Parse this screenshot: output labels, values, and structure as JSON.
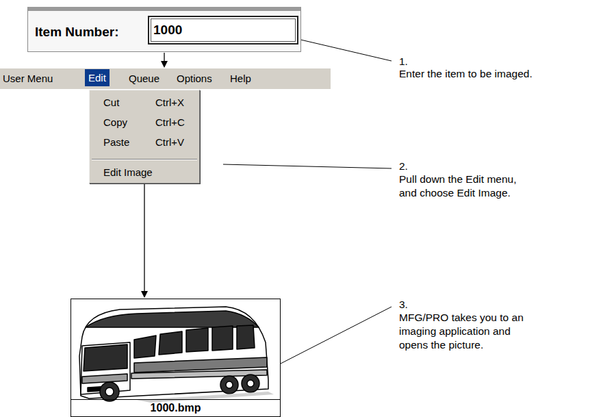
{
  "diagram": {
    "nodes": [
      {
        "text": [
          "Item Number:"
        ]
      },
      {
        "text": [
          "1000"
        ],
        "in": 0
      },
      {
        "text": [
          "User Menu",
          "Edit",
          "Queue",
          "Options",
          "Help"
        ]
      },
      {
        "text": [
          "Cut",
          "Ctrl+X",
          "Copy",
          "Ctrl+C",
          "Paste",
          "Ctrl+V",
          "Edit Image"
        ]
      },
      {
        "text": [
          "1000.bmp"
        ]
      }
    ],
    "edges": [
      {
        "from": 0,
        "to": 2,
        "arrow": "to"
      },
      {
        "from": 3,
        "to": 4,
        "arrow": "to"
      }
    ],
    "labels": [
      "1.",
      "Enter the item to be imaged.",
      "2.",
      "Pull down the Edit menu, and choose Edit Image.",
      "3.",
      "MFG/PRO takes you to an imaging application and opens the picture."
    ]
  }
}
